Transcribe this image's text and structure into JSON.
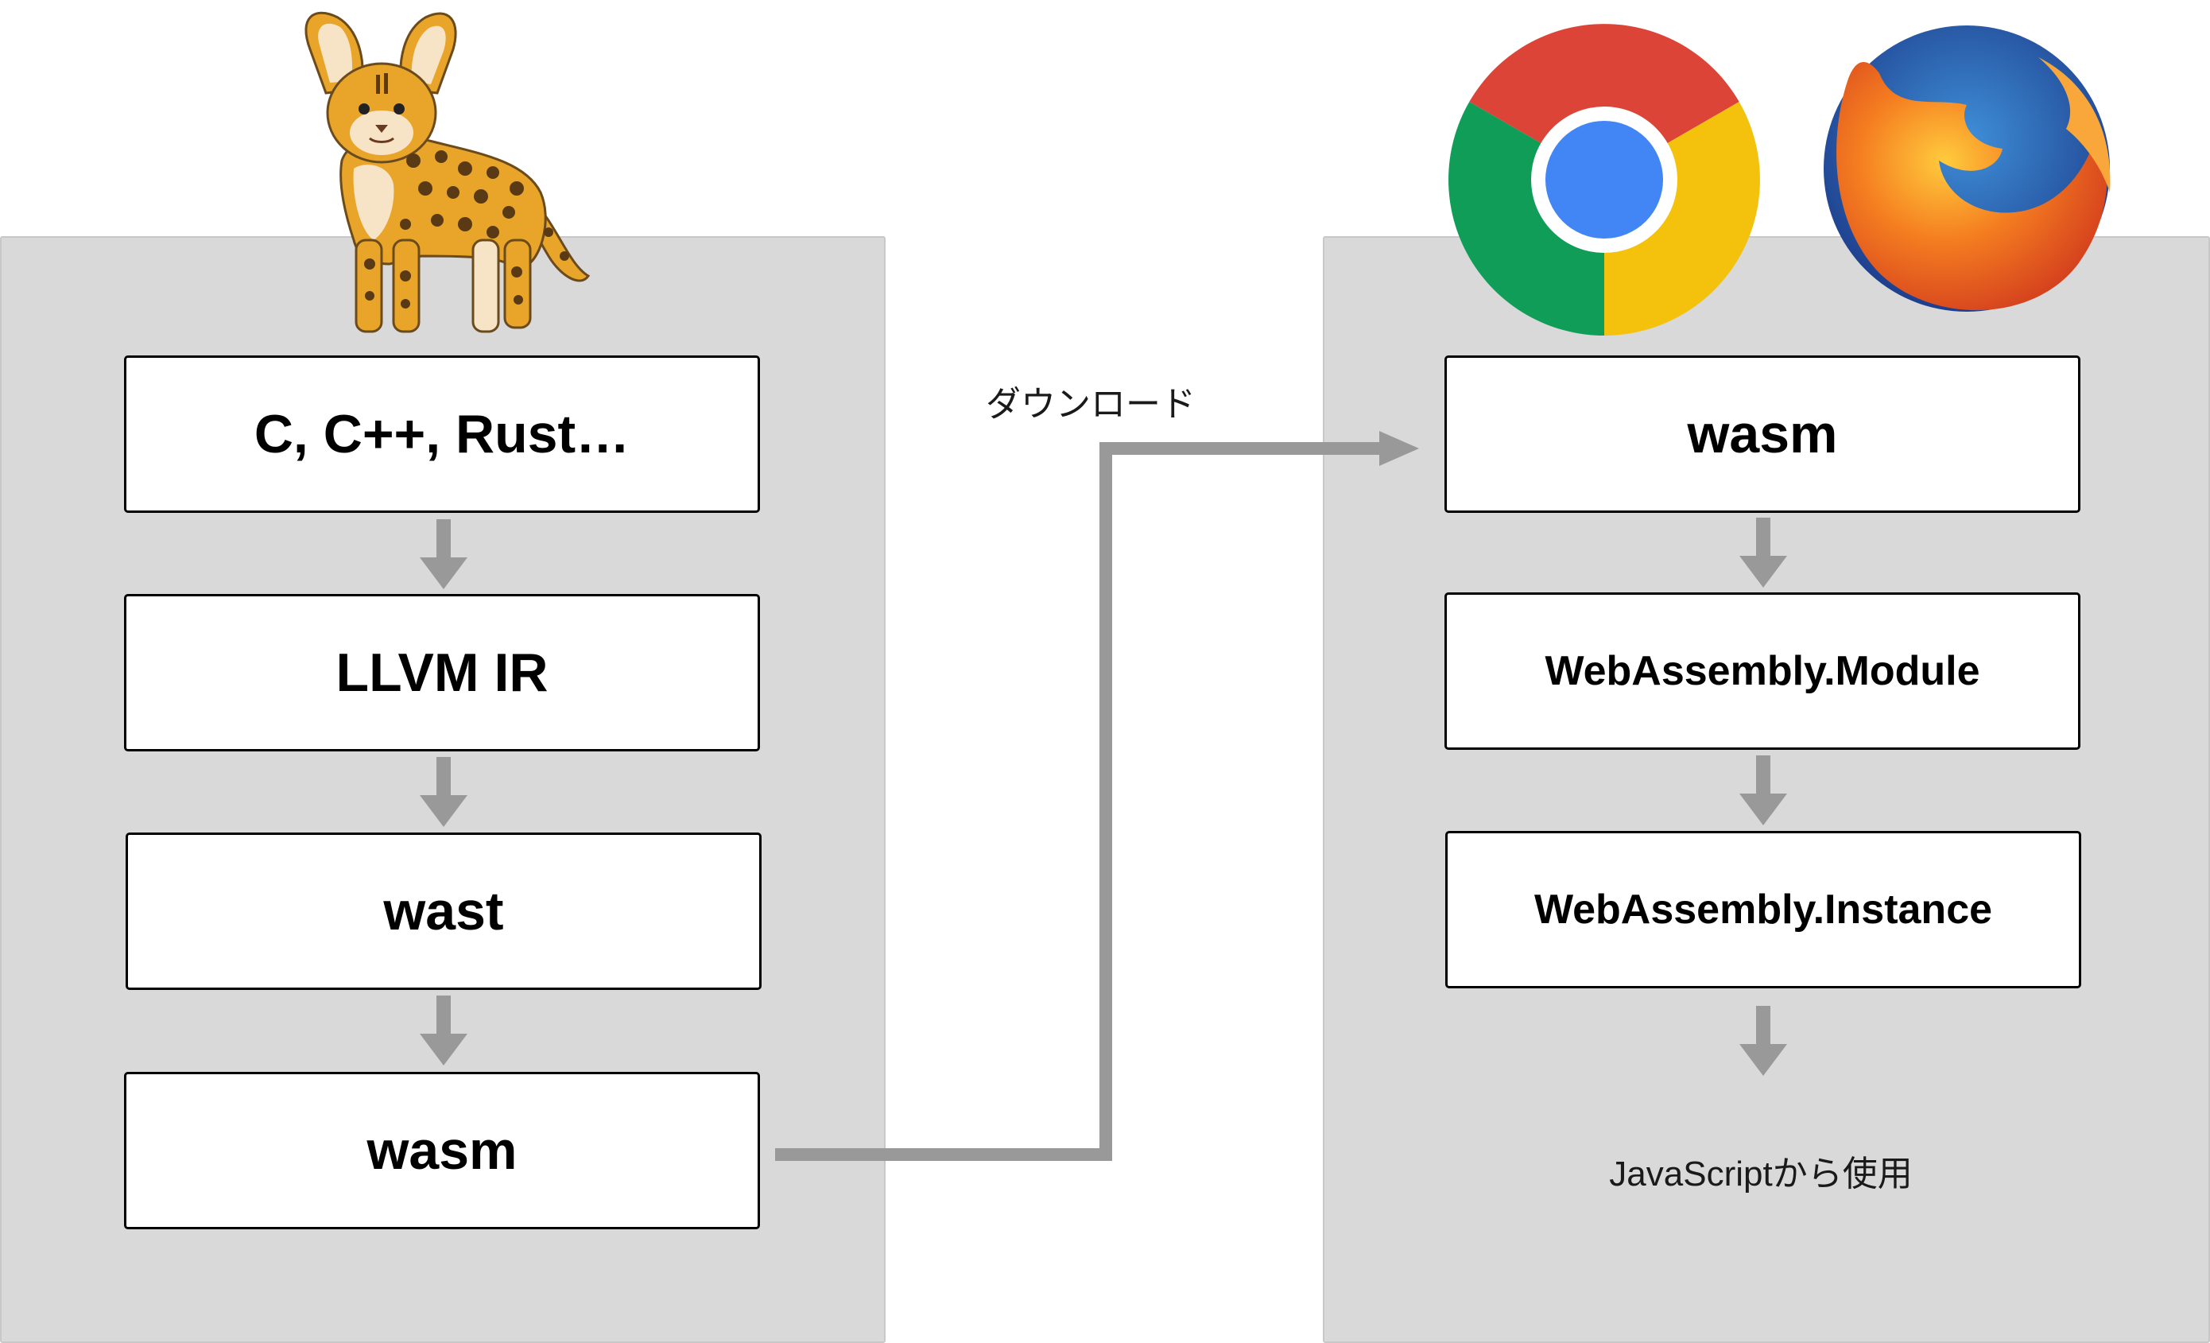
{
  "left_panel": {
    "steps": [
      "C, C++, Rust…",
      "LLVM IR",
      "wast",
      "wasm"
    ]
  },
  "right_panel": {
    "steps": [
      "wasm",
      "WebAssembly.Module",
      "WebAssembly.Instance"
    ],
    "footer": "JavaScriptから使用"
  },
  "connector": {
    "label": "ダウンロード"
  },
  "icons": {
    "mascot": "serval-cat-illustration",
    "browser_1": "chrome-logo-icon",
    "browser_2": "firefox-logo-icon"
  },
  "colors": {
    "panel_bg": "#d9d9d9",
    "arrow": "#999999",
    "box_border": "#000000"
  }
}
